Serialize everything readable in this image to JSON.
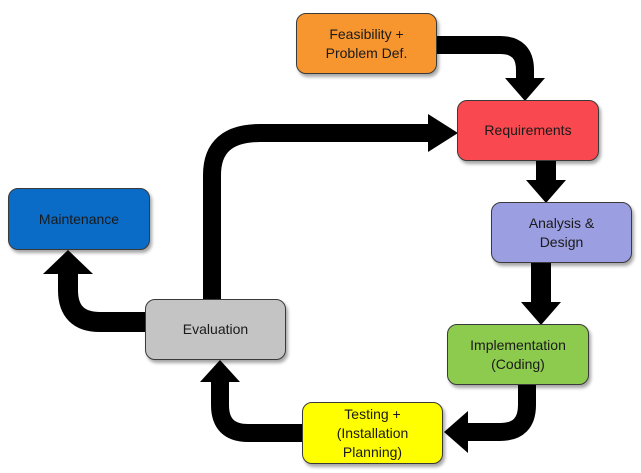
{
  "diagram": {
    "type": "software development life cycle flowchart",
    "nodes": [
      {
        "id": "feasibility",
        "label": "Feasibility +\nProblem Def.",
        "color": "#F7962F"
      },
      {
        "id": "requirements",
        "label": "Requirements",
        "color": "#F9484F"
      },
      {
        "id": "analysis",
        "label": "Analysis &\nDesign",
        "color": "#9B9EE0"
      },
      {
        "id": "implementation",
        "label": "Implementation\n(Coding)",
        "color": "#8DCB4E"
      },
      {
        "id": "testing",
        "label": "Testing +\n(Installation\nPlanning)",
        "color": "#FFFF00"
      },
      {
        "id": "evaluation",
        "label": "Evaluation",
        "color": "#C4C4C4"
      },
      {
        "id": "maintenance",
        "label": "Maintenance",
        "color": "#0A6CC7"
      }
    ],
    "edges": [
      {
        "from": "feasibility",
        "to": "requirements"
      },
      {
        "from": "requirements",
        "to": "analysis"
      },
      {
        "from": "analysis",
        "to": "implementation"
      },
      {
        "from": "implementation",
        "to": "testing"
      },
      {
        "from": "testing",
        "to": "evaluation"
      },
      {
        "from": "evaluation",
        "to": "requirements"
      },
      {
        "from": "evaluation",
        "to": "maintenance"
      }
    ],
    "arrow_color": "#000000"
  }
}
